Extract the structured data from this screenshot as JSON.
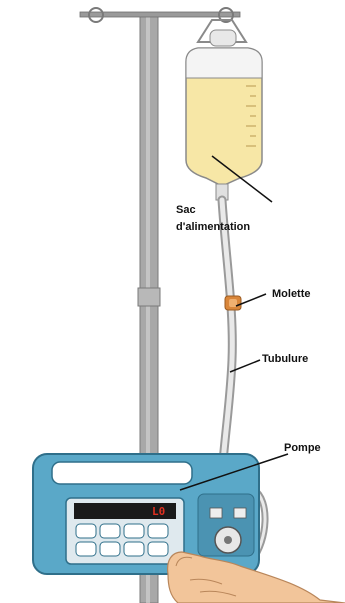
{
  "labels": {
    "bag_line1": "Sac",
    "bag_line2": "d'alimentation",
    "clamp": "Molette",
    "tubing": "Tubulure",
    "pump": "Pompe"
  },
  "pump_display": "L0",
  "colors": {
    "bag_fluid": "#f7e7a6",
    "pump_body": "#5aa8c8",
    "pole": "#9a9a9a",
    "clamp": "#d9863a",
    "display_text": "#e03020"
  }
}
